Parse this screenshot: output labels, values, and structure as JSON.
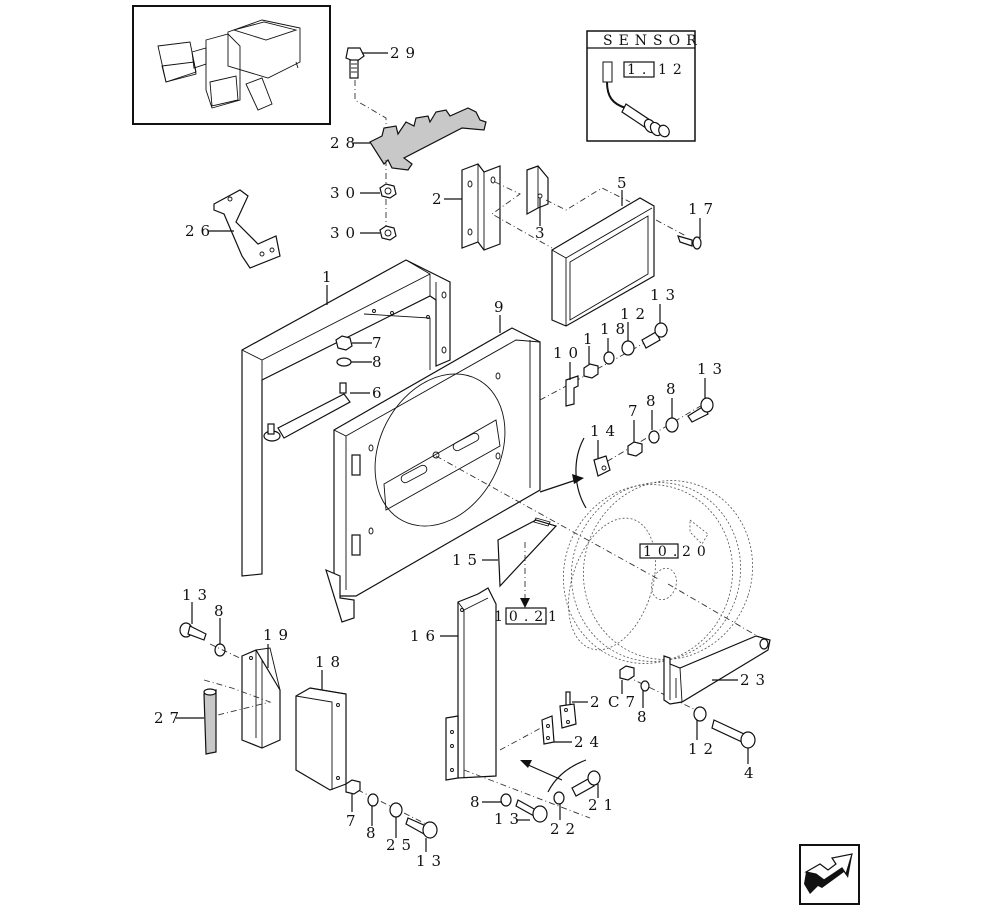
{
  "diagram": {
    "type": "exploded parts diagram",
    "sensor_box": {
      "title": "SENSOR",
      "ref_box": "1.",
      "ref_suffix": "12"
    },
    "ref_boxes": [
      {
        "boxed": "10.",
        "suffix": "20"
      },
      {
        "boxed": "10.2",
        "suffix": "1"
      }
    ],
    "labels": {
      "l29": "29",
      "l28": "28",
      "l30a": "30",
      "l30b": "30",
      "l26": "26",
      "l2": "2",
      "l3": "3",
      "l5": "5",
      "l17": "17",
      "l1": "1",
      "l9": "9",
      "l7a": "7",
      "l8a": "8",
      "l6": "6",
      "l10": "10",
      "l11": "1",
      "l18a": "18",
      "l12a": "12",
      "l13a": "13",
      "l13b": "13",
      "l8b": "8",
      "l8c": "8",
      "l7b": "7",
      "l14": "14",
      "l15": "15",
      "l16": "16",
      "l13c": "13",
      "l8d": "8",
      "l19": "19",
      "l18b": "18",
      "l27": "27",
      "l7c": "7",
      "l8e": "8",
      "l25": "25",
      "l13d": "13",
      "l8f": "8",
      "l13e": "13",
      "l22": "22",
      "l21": "21",
      "l24": "24",
      "l2b": "2",
      "l07": "C7",
      "l8g": "8",
      "l12b": "12",
      "l23": "23",
      "l4": "4"
    },
    "nav_icon": "next-page-arrow-icon"
  }
}
